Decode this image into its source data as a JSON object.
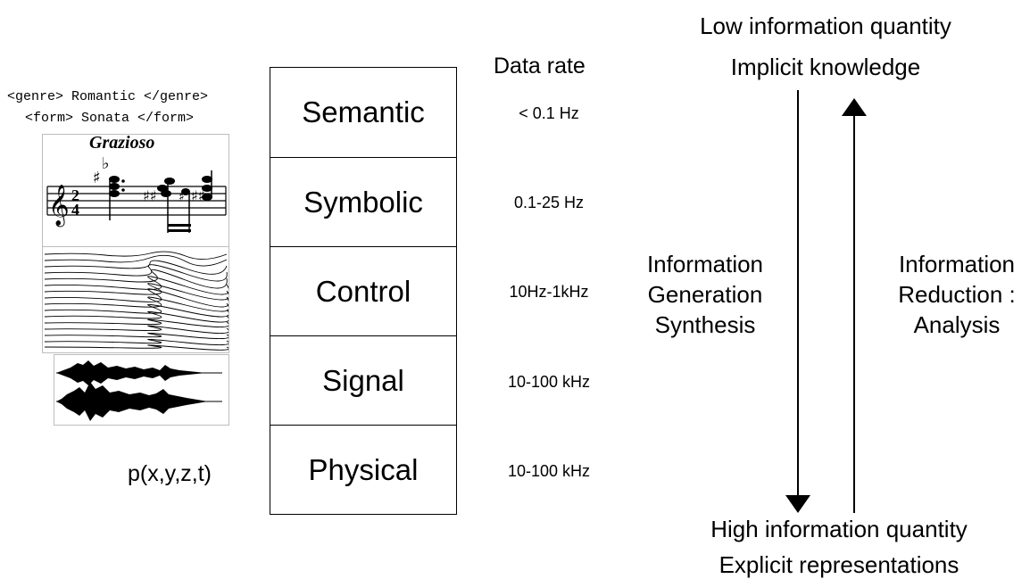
{
  "left": {
    "tag_line1": "<genre> Romantic </genre>",
    "tag_line2": "<form> Sonata </form>",
    "score_title": "Grazioso",
    "physical_formula": "p(x,y,z,t)"
  },
  "layers": [
    {
      "name": "Semantic",
      "rate": "< 0.1 Hz"
    },
    {
      "name": "Symbolic",
      "rate": "0.1-25 Hz"
    },
    {
      "name": "Control",
      "rate": "10Hz-1kHz"
    },
    {
      "name": "Signal",
      "rate": "10-100 kHz"
    },
    {
      "name": "Physical",
      "rate": "10-100 kHz"
    }
  ],
  "rate_header": "Data rate",
  "top": {
    "line1": "Low information quantity",
    "line2": "Implicit knowledge"
  },
  "bottom": {
    "line1": "High information quantity",
    "line2": "Explicit representations"
  },
  "generation": {
    "line1": "Information",
    "line2": "Generation",
    "line3": "Synthesis"
  },
  "reduction": {
    "line1": "Information",
    "line2": "Reduction :",
    "line3": "Analysis"
  }
}
